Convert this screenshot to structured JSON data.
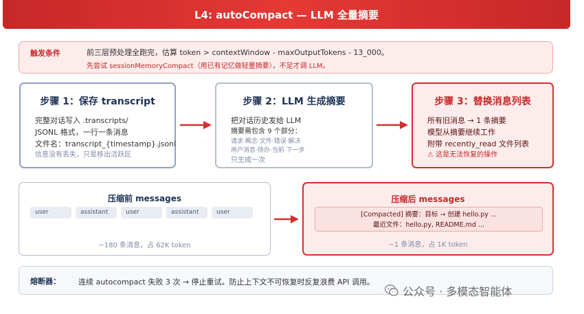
{
  "header": {
    "title": "L4: autoCompact — LLM 全量摘要"
  },
  "trigger": {
    "label": "触发条件",
    "line1": "前三层预处理全跑完，估算 token > contextWindow - maxOutputTokens - 13_000。",
    "line2": "先尝试 sessionMemoryCompact（用已有记忆做轻量摘要），不足才调 LLM。"
  },
  "steps": [
    {
      "title": "步骤 1：保存 transcript",
      "lines": [
        "完整对话写入 .transcripts/",
        "JSONL 格式，一行一条消息",
        "文件名：transcript_{timestamp}.jsonl"
      ],
      "note": "信息没有丢失，只是移出活跃区"
    },
    {
      "title": "步骤 2：LLM 生成摘要",
      "lines": [
        "把对话历史发给 LLM",
        "摘要需包含 9 个部分："
      ],
      "small": [
        "请求·概念·文件·错误·解决",
        "用户消息·待办·当前·下一步"
      ],
      "note": "只生成一次"
    },
    {
      "title": "步骤 3：替换消息列表",
      "lines": [
        "所有旧消息 → 1 条摘要",
        "模型从摘要继续工作",
        "附带 recently_read 文件列表"
      ],
      "warning": "⚠ 这是无法恢复的操作"
    }
  ],
  "before": {
    "title": "压缩前 messages",
    "chips": [
      "user",
      "assistant",
      "user",
      "assistant",
      "user"
    ],
    "footer": "~180 条消息，占 62K token"
  },
  "after": {
    "title": "压缩后 messages",
    "line1": "[Compacted] 摘要：目标 → 创建 hello.py ...",
    "line2": "最近文件：hello.py, README.md ...",
    "footer": "~1 条消息，占 1K token"
  },
  "breaker": {
    "label": "熔断器：",
    "text": "连续 autocompact 失败 3 次 → 停止重试。防止上下文不可恢复时反复浪费 API 调用。"
  },
  "watermark": {
    "text": "公众号 · 多模态智能体",
    "icon": "wechat-icon"
  },
  "colors": {
    "accent": "#d32f2f",
    "header": "#e53935",
    "navy": "#1f3354"
  }
}
